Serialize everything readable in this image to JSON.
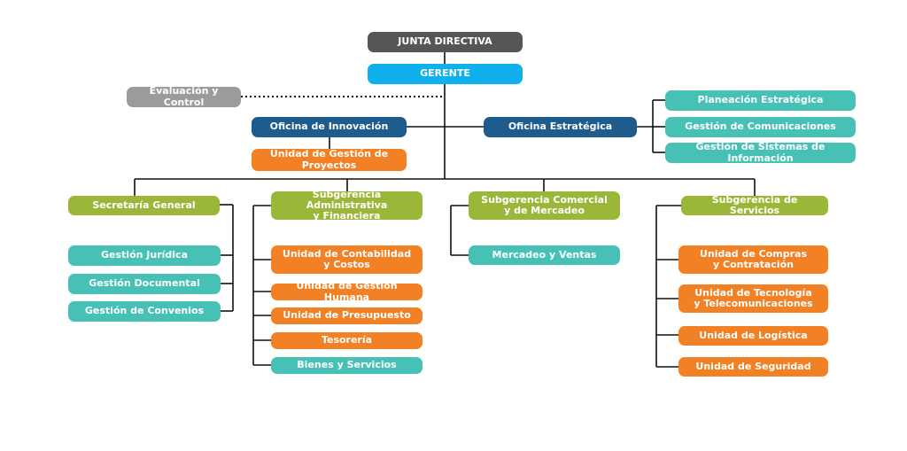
{
  "colors": {
    "board": "#555658",
    "manager": "#10b0ec",
    "evaluation": "#9a9b9d",
    "offices": "#1f5c8e",
    "management": "#47c1b6",
    "units": "#f28024",
    "subgerencias": "#9bb73a",
    "connector": "#111111"
  },
  "top": {
    "board": "JUNTA DIRECTIVA",
    "manager": "GERENTE",
    "evaluation": "Evaluación y Control"
  },
  "innovation": {
    "office": "Oficina de Innovación",
    "unit": "Unidad de Gestión de Proyectos"
  },
  "strategic": {
    "office": "Oficina Estratégica",
    "items": [
      "Planeación Estratégica",
      "Gestión de Comunicaciones",
      "Gestión de Sistemas de Información"
    ]
  },
  "branches": {
    "secretaria": {
      "title": "Secretaría General",
      "items": [
        "Gestión Jurídica",
        "Gestión Documental",
        "Gestión de Convenios"
      ]
    },
    "administrativa": {
      "title": "Subgerencia Administrativa\ny Financiera",
      "items": [
        "Unidad de Contabilidad\ny Costos",
        "Unidad de Gestión Humana",
        "Unidad de Presupuesto",
        "Tesorería",
        "Bienes y Servicios"
      ]
    },
    "comercial": {
      "title": "Subgerencia Comercial\ny de Mercadeo",
      "items": [
        "Mercadeo y Ventas"
      ]
    },
    "servicios": {
      "title": "Subgerencia de Servicios",
      "items": [
        "Unidad de Compras\ny Contratación",
        "Unidad de Tecnología\ny Telecomunicaciones",
        "Unidad de Logística",
        "Unidad de Seguridad"
      ]
    }
  }
}
